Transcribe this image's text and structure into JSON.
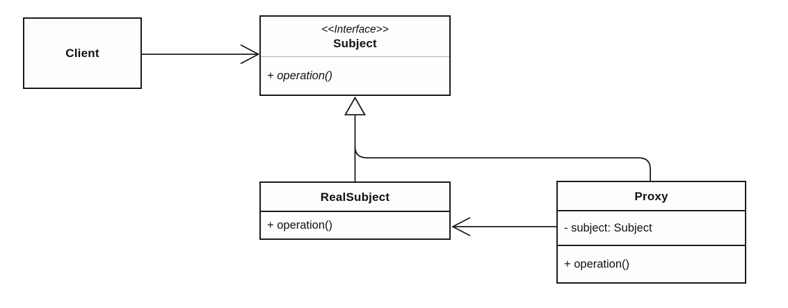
{
  "diagram": {
    "kind": "uml-class-diagram",
    "classes": {
      "client": {
        "name": "Client"
      },
      "subject": {
        "stereotype": "<<Interface>>",
        "name": "Subject",
        "operations": [
          "+ operation()"
        ]
      },
      "real_subject": {
        "name": "RealSubject",
        "operations": [
          "+ operation()"
        ]
      },
      "proxy": {
        "name": "Proxy",
        "attributes": [
          "- subject: Subject"
        ],
        "operations": [
          "+ operation()"
        ]
      }
    },
    "relationships": [
      {
        "from": "Client",
        "to": "Subject",
        "type": "association",
        "arrowhead": "open"
      },
      {
        "from": "RealSubject",
        "to": "Subject",
        "type": "realization",
        "arrowhead": "hollow-triangle"
      },
      {
        "from": "Proxy",
        "to": "Subject",
        "type": "realization",
        "arrowhead": "hollow-triangle"
      },
      {
        "from": "Proxy",
        "to": "RealSubject",
        "type": "association",
        "arrowhead": "open"
      }
    ]
  },
  "colors": {
    "background": "#ffffff",
    "box_fill": "#fdfdfd",
    "border": "#1a1a1a",
    "line": "#1a1a1a",
    "divider": "#b0b0b0"
  }
}
